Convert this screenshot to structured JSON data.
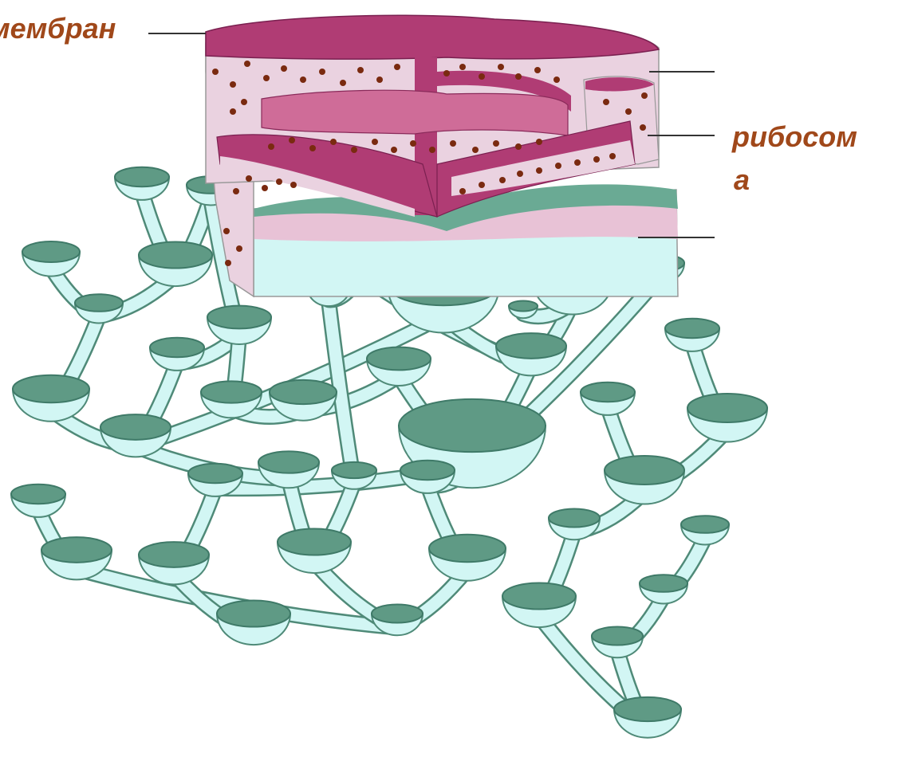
{
  "labels": {
    "membrane": "мембран",
    "ribosome_line1": "рибосом",
    "ribosome_line2": "а"
  },
  "colors": {
    "er_dark": "#b03c74",
    "er_mid": "#cf6c98",
    "er_light": "#ead2e0",
    "granule": "#7a2a10",
    "vesicle_rim": "#5f9a85",
    "vesicle_body": "#d2f6f4",
    "label_text": "#a0481a",
    "leader_line": "#333333"
  }
}
